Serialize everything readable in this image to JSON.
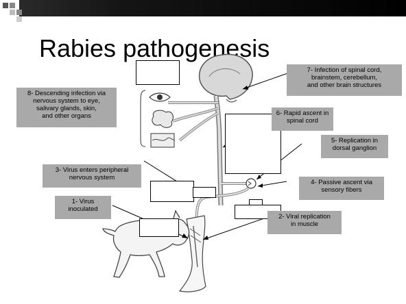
{
  "slide": {
    "title": "Rabies pathogenesis",
    "labels": {
      "step1": "1- Virus\n    inoculated",
      "step2": "2- Viral replication\n    in muscle",
      "step3": "3- Virus enters peripheral\n    nervous system",
      "step4": "4- Passive ascent via\n    sensory fibers",
      "step5": "5- Replication in\n    dorsal ganglion",
      "step6": "6- Rapid ascent in\n    spinal cord",
      "step7": "7- Infection of spinal cord,\n    brainstem, cerebellum,\n    and other brain structures",
      "step8": "8- Descending infection via\n    nervous system to eye,\n    salivary glands, skin,\n    and other organs"
    }
  },
  "colors": {
    "label_fill": "#a9a9a9",
    "top_bar": "#000000"
  }
}
